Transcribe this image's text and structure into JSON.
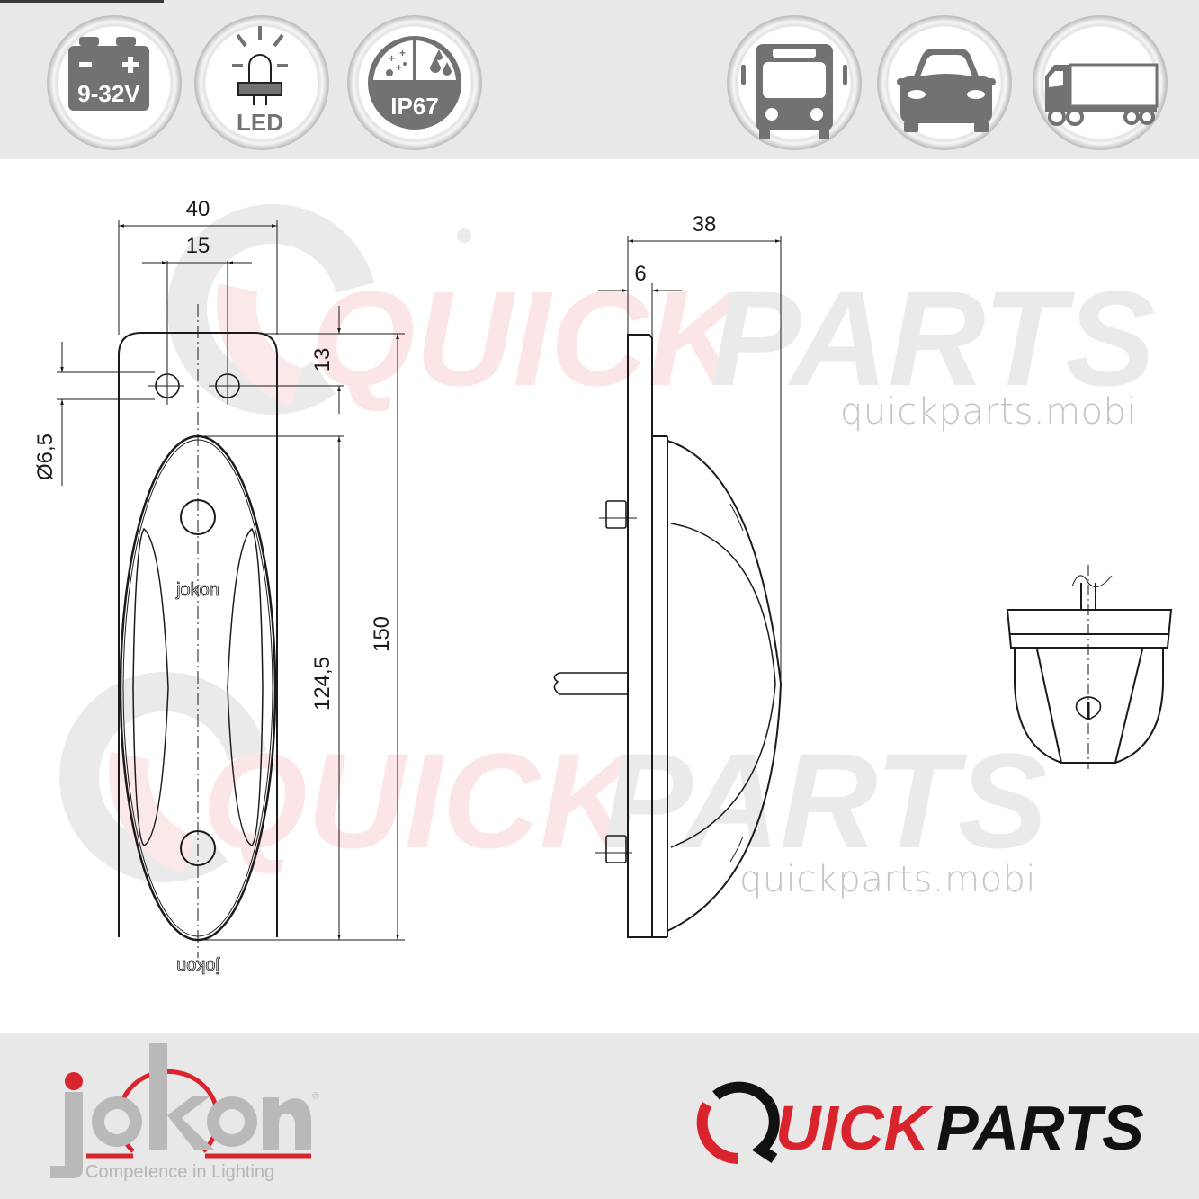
{
  "header": {
    "feature_badges": [
      {
        "id": "voltage",
        "icon": "battery-icon",
        "label": "9-32V"
      },
      {
        "id": "led",
        "icon": "led-icon",
        "label": "LED"
      },
      {
        "id": "ip",
        "icon": "ip-rating-icon",
        "label": "IP67"
      }
    ],
    "vehicle_badges": [
      {
        "id": "bus",
        "icon": "bus-icon"
      },
      {
        "id": "car",
        "icon": "car-icon"
      },
      {
        "id": "truck",
        "icon": "truck-icon"
      }
    ]
  },
  "drawing": {
    "front_view": {
      "dim_width": "40",
      "dim_hole_spacing": "15",
      "dim_hole_offset": "13",
      "dim_hole_diameter": "Ø6,5",
      "dim_lens_length": "124,5",
      "dim_total_length": "150",
      "lens_mark_top": "jokon",
      "lens_mark_bottom": "jokon"
    },
    "side_view": {
      "dim_depth": "38",
      "dim_base": "6"
    }
  },
  "watermarks": {
    "brand_red": "QUICK",
    "brand_grey": "PARTS",
    "url_1": "quickparts.mobi",
    "url_2": "quickparts.mobi"
  },
  "footer": {
    "manufacturer": {
      "name": "jokon",
      "tagline": "Competence in Lighting",
      "registered": "®"
    },
    "retailer": {
      "name_red": "UICK",
      "name_black": "PARTS"
    }
  },
  "colors": {
    "band_bg": "#e8e8e8",
    "icon_grey": "#727272",
    "brand_red": "#d9232d",
    "jokon_grey": "#b9b9b9",
    "line": "#1a1a1a"
  }
}
